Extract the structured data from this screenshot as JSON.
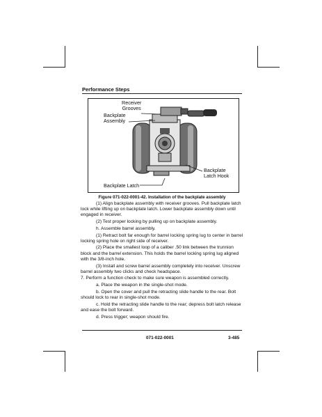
{
  "header": {
    "title": "Performance Steps"
  },
  "figure": {
    "labels": {
      "receiver_grooves": "Receiver\nGrooves",
      "backplate_assembly": "Backplate\nAssembly",
      "backplate_latch_hook": "Backplate\nLatch Hook",
      "backplate_latch": "Backplate Latch"
    },
    "caption": "Figure 071-022-0001-42. Installation of the backplate assembly"
  },
  "steps": [
    {
      "text": "(1)  Align backplate assembly with receiver grooves.  Pull backplate latch lock while lifting up on backplate latch.  Lower backplate assembly down until engaged in receiver."
    },
    {
      "text": "(2)  Test proper locking by pulling up on backplate assembly."
    },
    {
      "text": "h.  Assemble barrel assembly."
    },
    {
      "text": "(1)  Retract bolt far enough for barrel locking spring lug to center in barrel locking spring hole on right side of receiver."
    },
    {
      "text": "(2)  Place the smallest loop of a caliber .50 link between the trunnion block and the barrel extension.  This holds the barrel locking spring lug aligned with the 3/8-inch hole."
    },
    {
      "text": "(3)  Install and screw barrel assembly completely into receiver.  Unscrew barrel assembly two clicks and check headspace."
    },
    {
      "text": "7.    Perform a function check to make sure weapon is assembled correctly."
    },
    {
      "text": "a.  Place the weapon in the single-shot mode."
    },
    {
      "text": "b.  Open the cover and pull the retracting slide handle to the rear.  Bolt should lock to rear in single-shot mode."
    },
    {
      "text": "c.  Hold the retracting slide handle to the rear; depress bolt latch release and ease the bolt forward."
    },
    {
      "text": "d.  Press trigger; weapon should fire."
    }
  ],
  "footer": {
    "doc_number": "071-022-0001",
    "page_number": "3-485"
  }
}
